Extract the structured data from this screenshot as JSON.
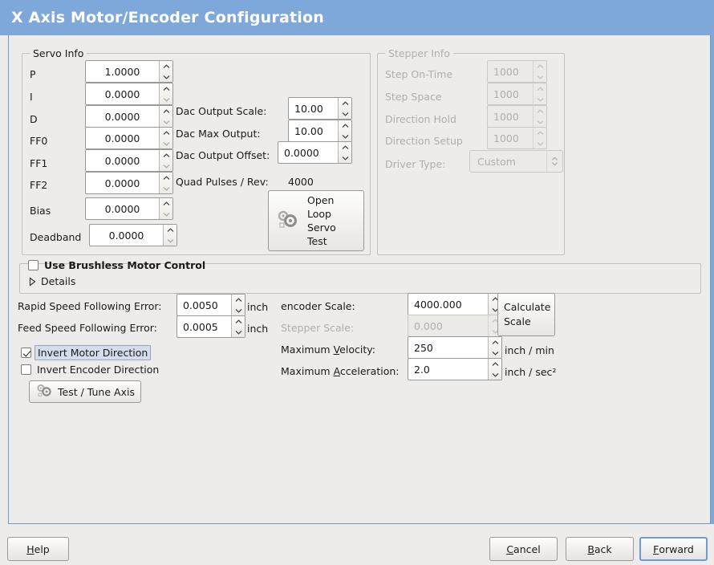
{
  "window": {
    "title": "X Axis Motor/Encoder Configuration",
    "title_bar_color": "#7fa8da",
    "background_color": "#edecea"
  },
  "servo_info": {
    "legend": "Servo Info",
    "fields": [
      {
        "label": "P",
        "value": "1.0000"
      },
      {
        "label": "I",
        "value": "0.0000"
      },
      {
        "label": "D",
        "value": "0.0000"
      },
      {
        "label": "FF0",
        "value": "0.0000"
      },
      {
        "label": "FF1",
        "value": "0.0000"
      },
      {
        "label": "FF2",
        "value": "0.0000"
      },
      {
        "label": "Bias",
        "value": "0.0000"
      },
      {
        "label": "Deadband",
        "value": "0.0000"
      }
    ],
    "dac": [
      {
        "label": "Dac Output Scale:",
        "value": "10.00"
      },
      {
        "label": "Dac Max Output:",
        "value": "10.00"
      },
      {
        "label": "Dac Output Offset:",
        "value": "0.0000"
      }
    ],
    "quad_pulses_label": "Quad Pulses / Rev:",
    "quad_pulses_value": "4000",
    "open_loop_button": {
      "line1": "Open",
      "line2": "Loop",
      "line3": "Servo",
      "line4": "Test",
      "icon": "gears-icon"
    }
  },
  "stepper_info": {
    "legend": "Stepper Info",
    "enabled": false,
    "fields": [
      {
        "label": "Step On-Time",
        "value": "1000"
      },
      {
        "label": "Step Space",
        "value": "1000"
      },
      {
        "label": "Direction Hold",
        "value": "1000"
      },
      {
        "label": "Direction Setup",
        "value": "1000"
      }
    ],
    "driver_type_label": "Driver Type:",
    "driver_type_value": "Custom"
  },
  "brushless": {
    "checkbox_label": "Use Brushless Motor Control",
    "checked": false,
    "details_label": "Details",
    "details_expanded": false
  },
  "following_error": {
    "rapid_label": "Rapid Speed Following Error:",
    "rapid_value": "0.0050",
    "rapid_unit": "inch",
    "feed_label": "Feed Speed Following Error:",
    "feed_value": "0.0005",
    "feed_unit": "inch"
  },
  "direction": {
    "invert_motor_label": "Invert Motor Direction",
    "invert_motor_checked": true,
    "invert_motor_focused": true,
    "invert_encoder_label": "Invert Encoder Direction",
    "invert_encoder_checked": false
  },
  "test_tune_button": {
    "label": "Test / Tune Axis",
    "icon": "gears-icon"
  },
  "scales": {
    "encoder_label": "encoder Scale:",
    "encoder_value": "4000.000",
    "stepper_label": "Stepper Scale:",
    "stepper_value": "0.000",
    "stepper_enabled": false,
    "calculate_line1": "Calculate",
    "calculate_line2": "Scale",
    "max_velocity_label_pre": "Maximum ",
    "max_velocity_label_mn": "V",
    "max_velocity_label_post": "elocity:",
    "max_velocity_value": "250",
    "max_velocity_unit": "inch / min",
    "max_accel_label_pre": "Maximum ",
    "max_accel_label_mn": "A",
    "max_accel_label_post": "cceleration:",
    "max_accel_value": "2.0",
    "max_accel_unit": "inch / sec²"
  },
  "footer": {
    "help_mn": "H",
    "help_rest": "elp",
    "cancel_mn": "C",
    "cancel_rest": "ancel",
    "back_mn": "B",
    "back_rest": "ack",
    "forward_mn": "F",
    "forward_rest": "orward",
    "forward_focused": true
  }
}
